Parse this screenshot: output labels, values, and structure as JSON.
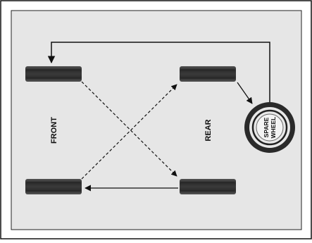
{
  "diagram": {
    "labels": {
      "front": "FRONT",
      "rear": "REAR",
      "spare_line1": "SPARE",
      "spare_line2": "WHEEL"
    },
    "colors": {
      "panel": "#e6e6e6",
      "frame": "#111111",
      "tire": "#2c2c2c",
      "arrow": "#111111"
    }
  }
}
